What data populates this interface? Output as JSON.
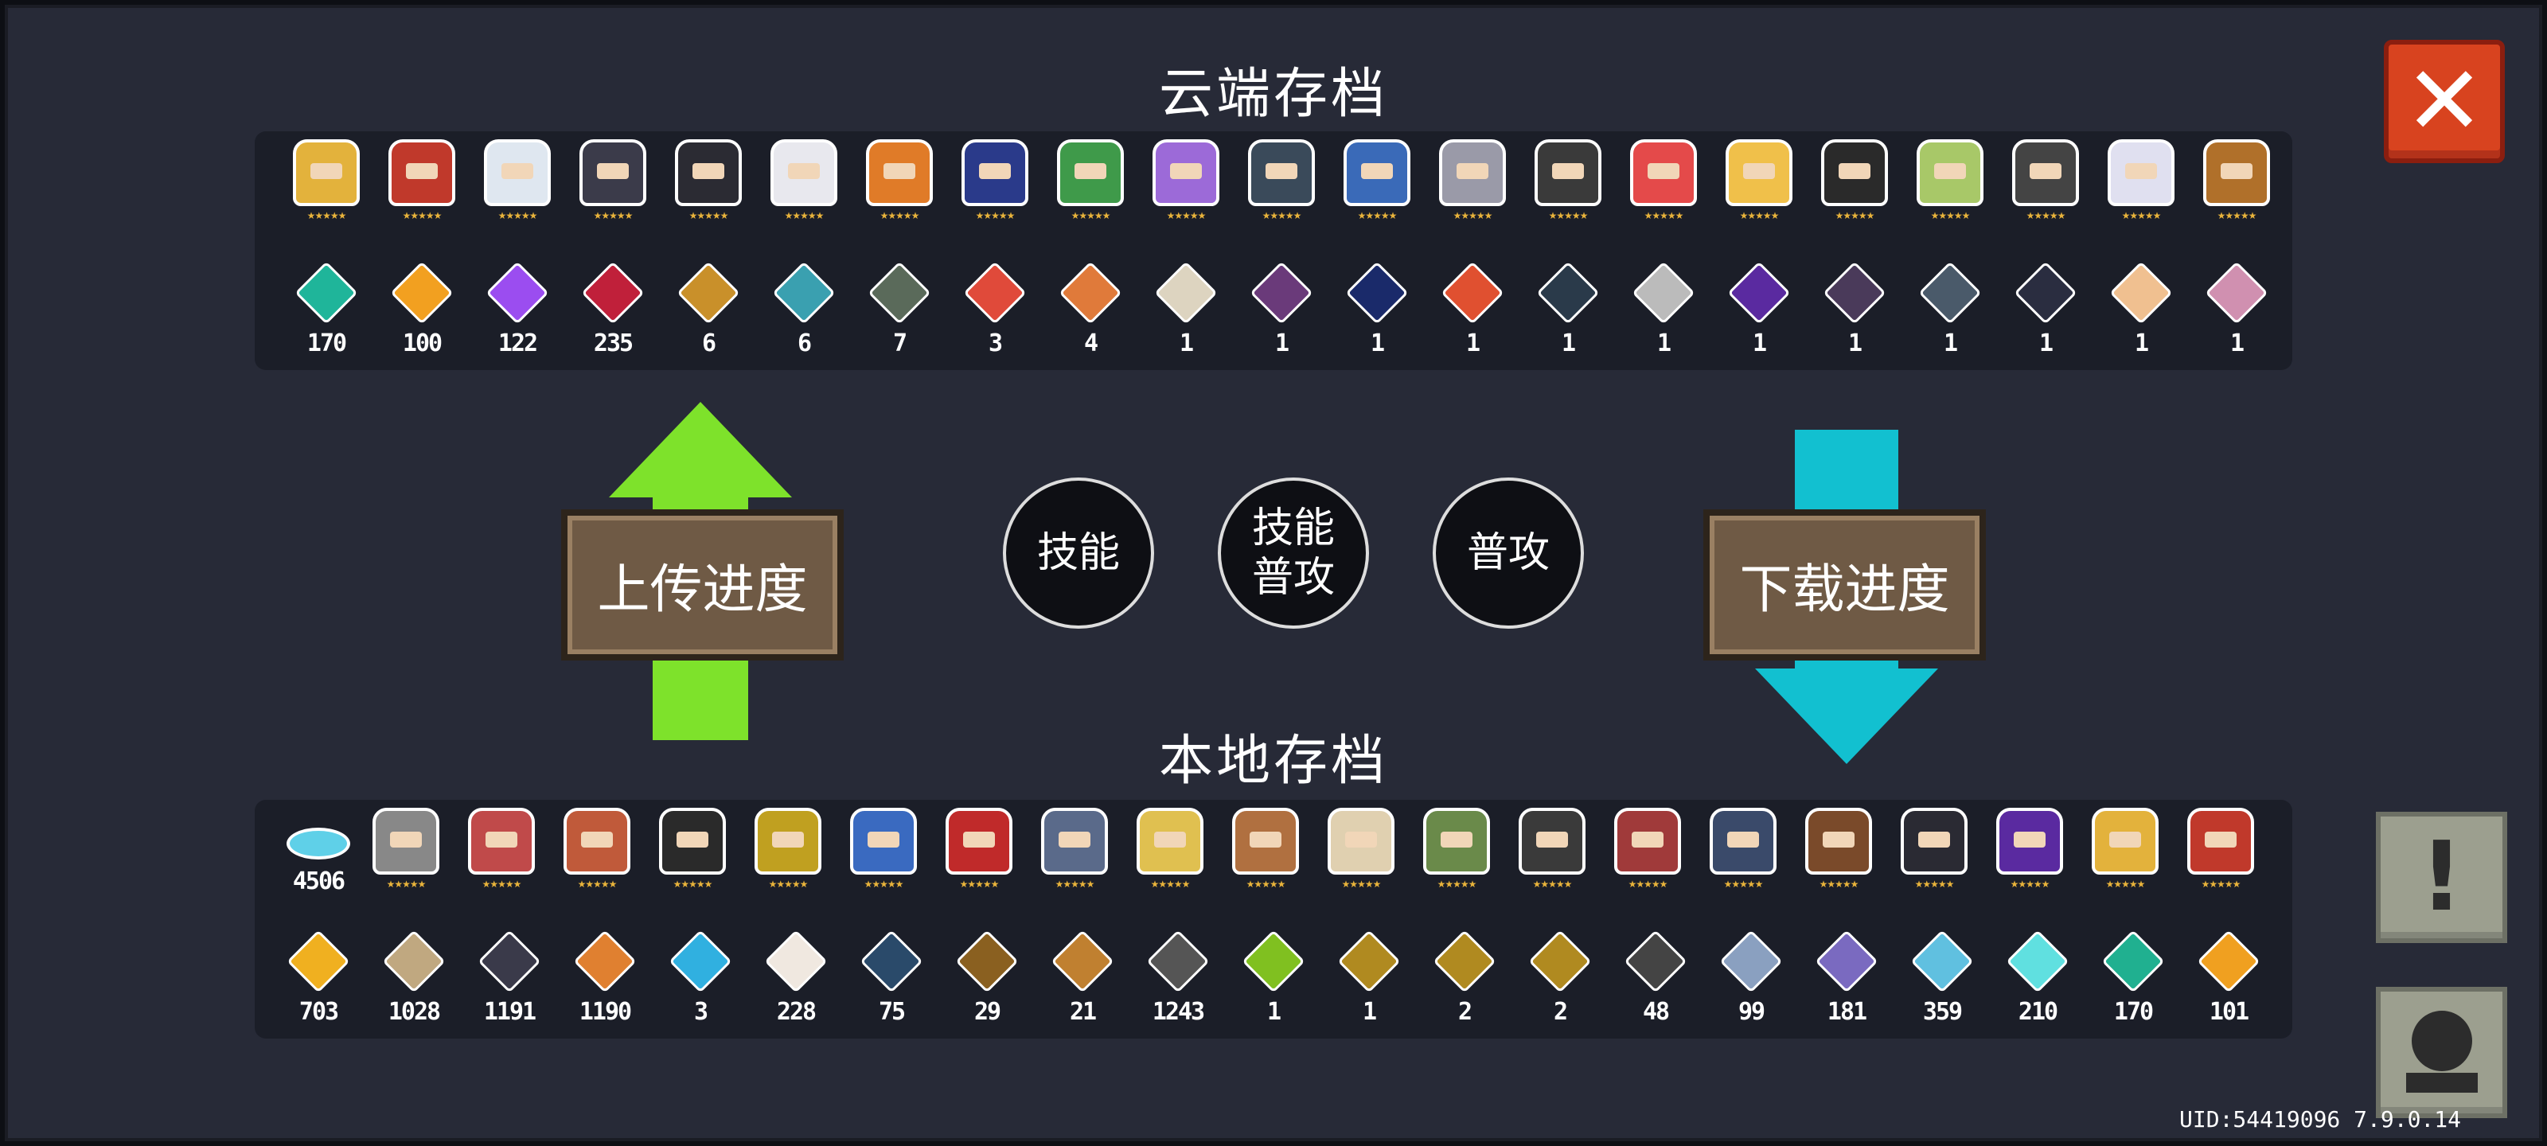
{
  "cloud": {
    "title": "云端存档",
    "characters": [
      "#e3b23c",
      "#c0392b",
      "#dfe7f0",
      "#3b3b4a",
      "#2b2b33",
      "#e8e8ee",
      "#e07b28",
      "#2a3a8a",
      "#3f9a4a",
      "#9c6ad8",
      "#3a4a5a",
      "#3a6ab8",
      "#9a9aa8",
      "#3a3a3a",
      "#e44a4a",
      "#f0c04a",
      "#2a2a2a",
      "#a8c868",
      "#444",
      "#e0e0f0",
      "#b0702a"
    ],
    "items": [
      {
        "c": "#1fb59a",
        "n": "170"
      },
      {
        "c": "#f2a020",
        "n": "100"
      },
      {
        "c": "#9b4df0",
        "n": "122"
      },
      {
        "c": "#c0203a",
        "n": "235"
      },
      {
        "c": "#c9902a",
        "n": "6"
      },
      {
        "c": "#3aa0b0",
        "n": "6"
      },
      {
        "c": "#5a6a5a",
        "n": "7"
      },
      {
        "c": "#e04a3a",
        "n": "3"
      },
      {
        "c": "#e07a3a",
        "n": "4"
      },
      {
        "c": "#ddd4c0",
        "n": "1"
      },
      {
        "c": "#6a3a7a",
        "n": "1"
      },
      {
        "c": "#1a2a6a",
        "n": "1"
      },
      {
        "c": "#e05030",
        "n": "1"
      },
      {
        "c": "#2a3a4a",
        "n": "1"
      },
      {
        "c": "#bbb",
        "n": "1"
      },
      {
        "c": "#5a2aa0",
        "n": "1"
      },
      {
        "c": "#4a3a5a",
        "n": "1"
      },
      {
        "c": "#4a5a6a",
        "n": "1"
      },
      {
        "c": "#2a2d40",
        "n": "1"
      },
      {
        "c": "#f0c090",
        "n": "1"
      },
      {
        "c": "#d090b0",
        "n": "1"
      }
    ]
  },
  "local": {
    "title": "本地存档",
    "gems": "4506",
    "characters": [
      "#888",
      "#c04a4a",
      "#c05a3a",
      "#2a2a2a",
      "#c0a020",
      "#3a6ac0",
      "#c02a2a",
      "#5a6a8a",
      "#e0c050",
      "#b07040",
      "#e0d0b0",
      "#6a8a4a",
      "#3a3a3a",
      "#a03a3a",
      "#3a4a6a",
      "#7a4a2a",
      "#2a2a33",
      "#5a2aa0",
      "#e3b23c",
      "#c0392b"
    ],
    "items": [
      {
        "c": "#f0b020",
        "n": "703"
      },
      {
        "c": "#c0a880",
        "n": "1028"
      },
      {
        "c": "#3a3a4a",
        "n": "1191"
      },
      {
        "c": "#e08030",
        "n": "1190"
      },
      {
        "c": "#30b0e0",
        "n": "3"
      },
      {
        "c": "#f0e8e0",
        "n": "228"
      },
      {
        "c": "#2a4a6a",
        "n": "75"
      },
      {
        "c": "#8a6020",
        "n": "29"
      },
      {
        "c": "#c08030",
        "n": "21"
      },
      {
        "c": "#555",
        "n": "1243"
      },
      {
        "c": "#80c020",
        "n": "1"
      },
      {
        "c": "#b08a20",
        "n": "1"
      },
      {
        "c": "#b08a20",
        "n": "2"
      },
      {
        "c": "#b08a20",
        "n": "2"
      },
      {
        "c": "#444",
        "n": "48"
      },
      {
        "c": "#8aa0c0",
        "n": "99"
      },
      {
        "c": "#7a6ac0",
        "n": "181"
      },
      {
        "c": "#60c0e0",
        "n": "359"
      },
      {
        "c": "#60e0e0",
        "n": "210"
      },
      {
        "c": "#20b090",
        "n": "170"
      },
      {
        "c": "#f0a020",
        "n": "101"
      }
    ]
  },
  "buttons": {
    "upload": "上传进度",
    "download": "下载进度",
    "close": "✕",
    "alert": "!"
  },
  "overlays": {
    "attack": "普攻",
    "skill": "技能",
    "skill2": "技能",
    "attack2": "普攻"
  },
  "colors": {
    "upload_arrow": "#7ee22b",
    "download_arrow": "#12c0d0"
  },
  "footer": {
    "uid": "UID:54419096 7.9.0.14"
  }
}
